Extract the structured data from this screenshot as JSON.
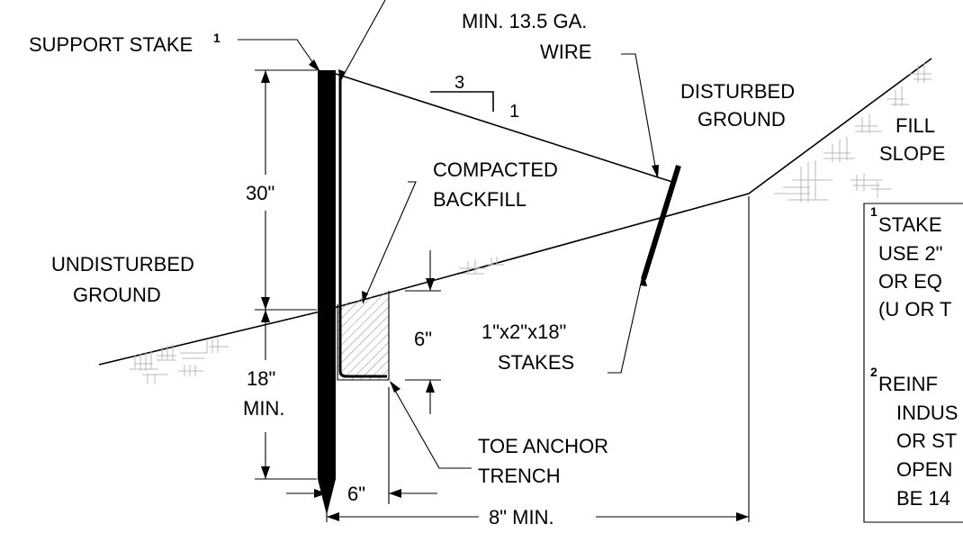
{
  "labels": {
    "support_stake": "SUPPORT STAKE",
    "support_stake_sup": "1",
    "wire_line1": "MIN. 13.5 GA.",
    "wire_line2": "WIRE",
    "ratio_run": "3",
    "ratio_rise": "1",
    "disturbed_line1": "DISTURBED",
    "disturbed_line2": "GROUND",
    "fill_line1": "FILL",
    "fill_line2": "SLOPE",
    "compacted_line1": "COMPACTED",
    "compacted_line2": "BACKFILL",
    "undisturbed_line1": "UNDISTURBED",
    "undisturbed_line2": "GROUND",
    "stakes_line1": "1\"x2\"x18\"",
    "stakes_line2": "STAKES",
    "toe_line1": "TOE ANCHOR",
    "toe_line2": "TRENCH"
  },
  "dimensions": {
    "height_above": "30\"",
    "depth_below_line1": "18\"",
    "depth_below_line2": "MIN.",
    "trench_depth": "6\"",
    "trench_width": "6\"",
    "horizontal_min": "8\" MIN."
  },
  "note_box": {
    "note1_sup": "1",
    "note1_lines": [
      "STAKE",
      "USE 2\"",
      "OR EQ",
      "(U OR T"
    ],
    "note2_sup": "2",
    "note2_lines": [
      "REINF",
      "INDUS",
      "OR ST",
      "OPEN",
      "BE 14"
    ]
  }
}
